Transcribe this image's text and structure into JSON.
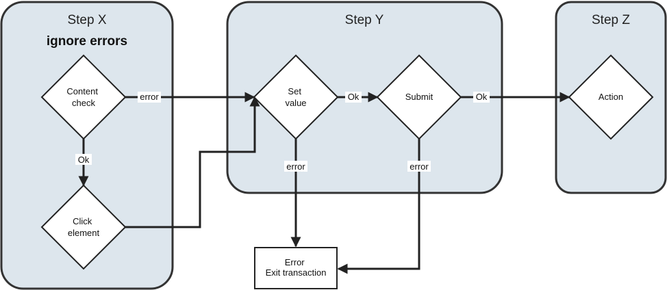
{
  "lanes": [
    {
      "title": "Step X",
      "subtitle": "ignore errors"
    },
    {
      "title": "Step Y"
    },
    {
      "title": "Step Z"
    }
  ],
  "nodes": {
    "content_check": [
      "Content",
      "check"
    ],
    "click_element": [
      "Click",
      "element"
    ],
    "set_value": [
      "Set",
      "value"
    ],
    "submit": [
      "Submit"
    ],
    "action": [
      "Action"
    ],
    "error_box": [
      "Error",
      "Exit transaction"
    ]
  },
  "edges": {
    "content_check_to_set_value": "error",
    "content_check_to_click_element": "Ok",
    "set_value_to_submit": "Ok",
    "submit_to_action": "Ok",
    "set_value_to_error": "error",
    "submit_to_error": "error"
  },
  "colors": {
    "lane_fill": "#dde6ed",
    "stroke": "#222222"
  }
}
